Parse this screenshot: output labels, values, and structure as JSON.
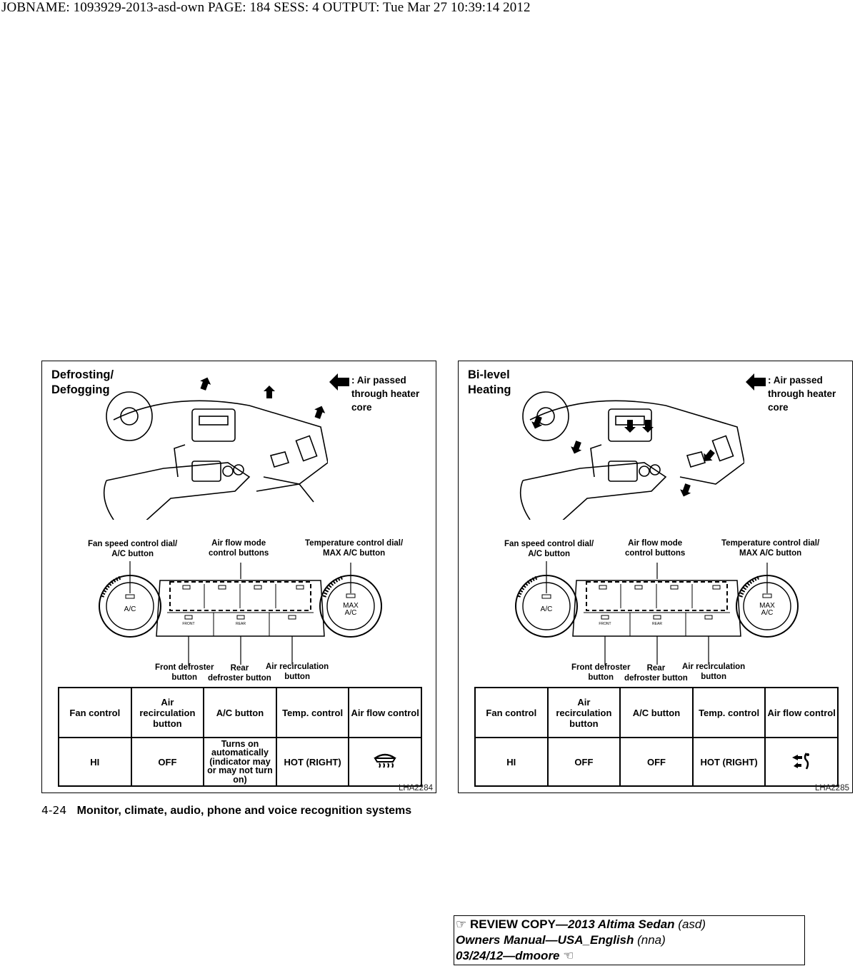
{
  "header": {
    "jobline": "JOBNAME: 1093929-2013-asd-own  PAGE: 184  SESS: 4  OUTPUT: Tue Mar 27 10:39:14 2012"
  },
  "panels": [
    {
      "title_line1": "Defrosting/",
      "title_line2": "Defogging",
      "legend": ": Air passed through heater core",
      "labels": {
        "fan_dial": [
          "Fan speed control dial/",
          "A/C button"
        ],
        "air_flow": [
          "Air flow mode",
          "control buttons"
        ],
        "temp_dial": [
          "Temperature control dial/",
          "MAX A/C button"
        ],
        "front_defroster": [
          "Front defroster",
          "button"
        ],
        "rear_defroster": [
          "Rear",
          "defroster button"
        ],
        "air_recirc": [
          "Air recirculation",
          "button"
        ]
      },
      "dial_labels": {
        "ac": "A/C",
        "max_ac_1": "MAX",
        "max_ac_2": "A/C",
        "front": "FRONT",
        "rear": "REAR"
      },
      "table": {
        "headers": [
          "Fan control",
          "Air recirculation button",
          "A/C button",
          "Temp. control",
          "Air flow control"
        ],
        "values": [
          "HI",
          "OFF",
          "Turns on automatically (indicator may or may not turn on)",
          "HOT (RIGHT)",
          "defroster-icon"
        ]
      },
      "figure_id": "LHA2284"
    },
    {
      "title_line1": "Bi-level",
      "title_line2": "Heating",
      "legend": ": Air passed through heater core",
      "labels": {
        "fan_dial": [
          "Fan speed control dial/",
          "A/C button"
        ],
        "air_flow": [
          "Air flow mode",
          "control buttons"
        ],
        "temp_dial": [
          "Temperature control dial/",
          "MAX A/C button"
        ],
        "front_defroster": [
          "Front defroster",
          "button"
        ],
        "rear_defroster": [
          "Rear",
          "defroster button"
        ],
        "air_recirc": [
          "Air recirculation",
          "button"
        ]
      },
      "dial_labels": {
        "ac": "A/C",
        "max_ac_1": "MAX",
        "max_ac_2": "A/C",
        "front": "FRONT",
        "rear": "REAR"
      },
      "table": {
        "headers": [
          "Fan control",
          "Air recirculation button",
          "A/C button",
          "Temp. control",
          "Air flow control"
        ],
        "values": [
          "HI",
          "OFF",
          "OFF",
          "HOT (RIGHT)",
          "bi-level-vent-icon"
        ]
      },
      "figure_id": "LHA2285"
    }
  ],
  "footer": {
    "page_number": "4-24",
    "section": "Monitor, climate, audio, phone and voice recognition systems"
  },
  "review_box": {
    "line1_bold": "REVIEW COPY—",
    "line1_bi": "2013 Altima Sedan",
    "line1_i": " (asd)",
    "line2_bi": "Owners Manual—USA_English",
    "line2_i": " (nna)",
    "line3_bi": "03/24/12—dmoore"
  }
}
